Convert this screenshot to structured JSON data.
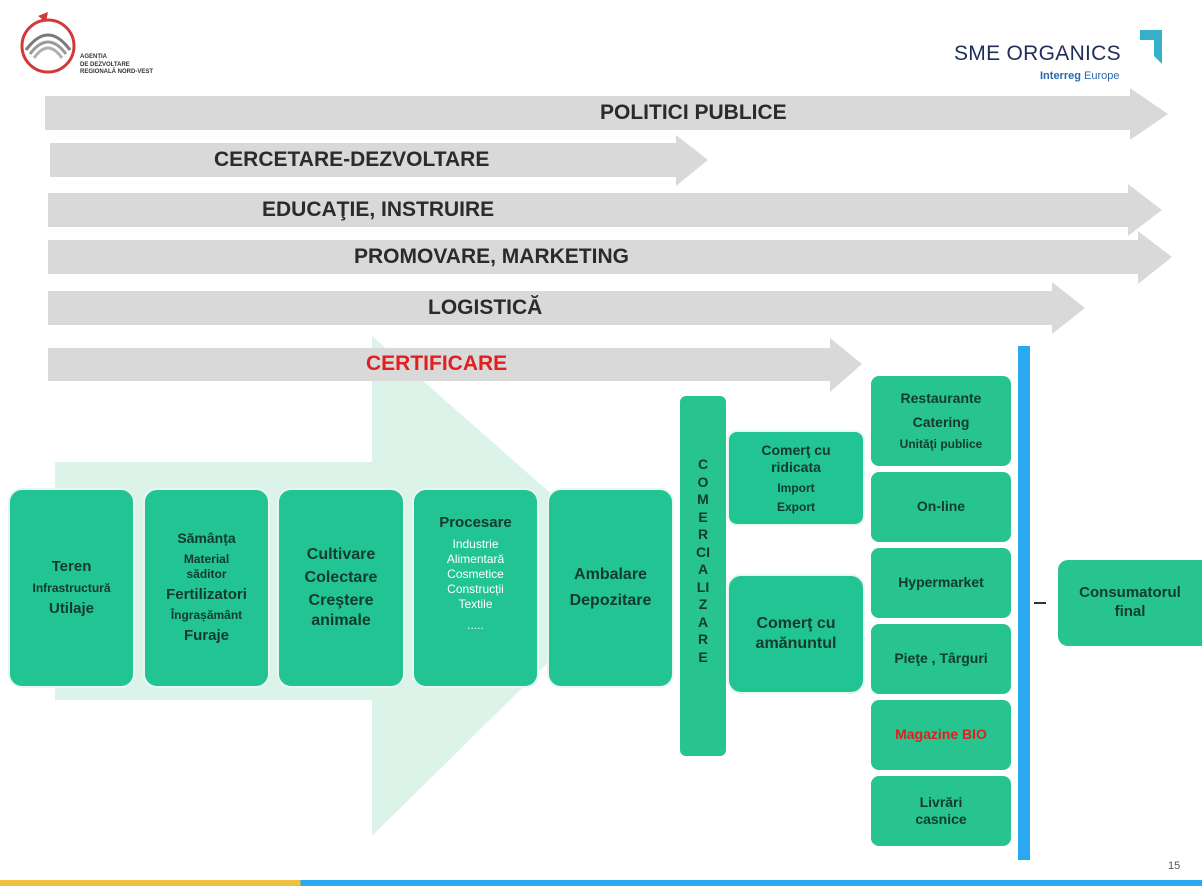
{
  "header": {
    "agency_logo_lines": [
      "AGENȚIA",
      "DE DEZVOLTARE",
      "REGIONALĂ NORD-VEST"
    ],
    "brand_name": "SME ORGANICS",
    "brand_sub_bold": "Interreg",
    "brand_sub": "Europe"
  },
  "bars": [
    {
      "label": "POLITICI PUBLICE"
    },
    {
      "label": "CERCETARE-DEZVOLTARE"
    },
    {
      "label": "EDUCAŢIE, INSTRUIRE"
    },
    {
      "label": "PROMOVARE, MARKETING"
    },
    {
      "label": "LOGISTICĂ"
    },
    {
      "label": "CERTIFICARE",
      "color": "#e02020"
    }
  ],
  "colors": {
    "bar": "#d9d9d9",
    "box": "#22c493",
    "big_arrow": "#dcf3ea",
    "blue_line": "#2ba9f0",
    "alert_text": "#e02020"
  },
  "chain": {
    "teren": [
      "Teren",
      "Infrastructură",
      "Utilaje"
    ],
    "samanta": [
      "Sămânța",
      "Material săditor",
      "Fertilizatori",
      "Îngrașământ",
      "Furaje"
    ],
    "cultivare": [
      "Cultivare",
      "Colectare",
      "Creştere animale"
    ],
    "procesare_title": "Procesare",
    "procesare_items": [
      "Industrie Alimentară",
      "Cosmetice",
      "Construcții",
      "Textile",
      "....."
    ],
    "ambalare": [
      "Ambalare",
      "Depozitare"
    ],
    "comercializare": [
      "C",
      "O",
      "M",
      "E",
      "R",
      "CI",
      "A",
      "LI",
      "Z",
      "A",
      "R",
      "E"
    ]
  },
  "trade": {
    "ridicata": [
      "Comerţ cu ridicata",
      "Import",
      "Export"
    ],
    "amanuntul": "Comerţ cu amănuntul"
  },
  "outlets": [
    {
      "lines": [
        "Restaurante",
        "Catering",
        "Unităţi publice"
      ]
    },
    {
      "lines": [
        "On-line"
      ]
    },
    {
      "lines": [
        "Hypermarket"
      ]
    },
    {
      "lines": [
        "Pieţe , Târguri"
      ]
    },
    {
      "lines": [
        "Magazine BIO"
      ],
      "alert": true
    },
    {
      "lines": [
        "Livrări casnice"
      ]
    }
  ],
  "consumer": "Consumatorul final",
  "page_number": "15"
}
